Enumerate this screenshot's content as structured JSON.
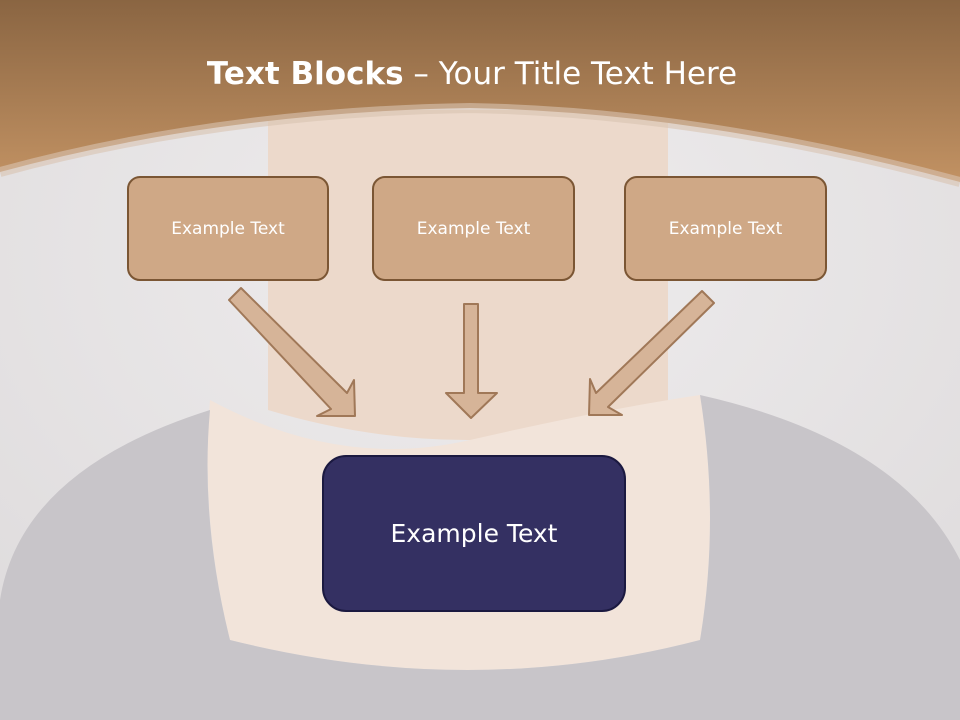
{
  "slide": {
    "title_bold": "Text Blocks",
    "title_dash": " – ",
    "title_rest": "Your Title Text Here"
  },
  "blocks": [
    {
      "label": "Example Text"
    },
    {
      "label": "Example Text"
    },
    {
      "label": "Example Text"
    }
  ],
  "target": {
    "label": "Example Text"
  },
  "colors": {
    "header_top": "#8a6542",
    "header_bottom": "#c29263",
    "block_fill": "#cfa886",
    "block_border": "#7b5634",
    "target_fill": "#343062",
    "arrow_fill": "#d6b498",
    "arrow_stroke": "#a07858"
  }
}
